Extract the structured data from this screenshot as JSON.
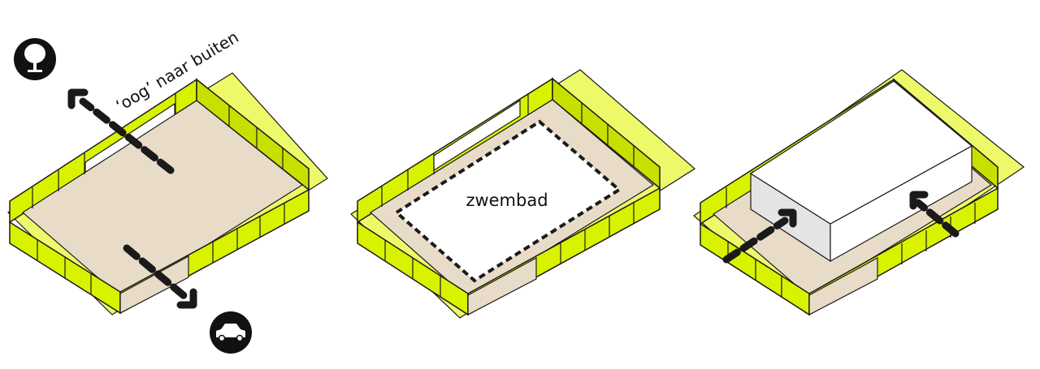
{
  "colors": {
    "lime": "#d9f200",
    "lime_light": "#eef96a",
    "floor": "#e8dcc8",
    "outline": "#1a1a1a",
    "arrow": "#1a1a1a",
    "volume": "#ffffff",
    "volume_side": "#e4e4e4"
  },
  "diagrams": [
    {
      "id": "view-outward",
      "label": "‘oog’ naar buiten",
      "icons": [
        "tree-icon",
        "car-icon"
      ]
    },
    {
      "id": "pool-zone",
      "label": "zwembad"
    },
    {
      "id": "building-volume",
      "label": ""
    }
  ]
}
